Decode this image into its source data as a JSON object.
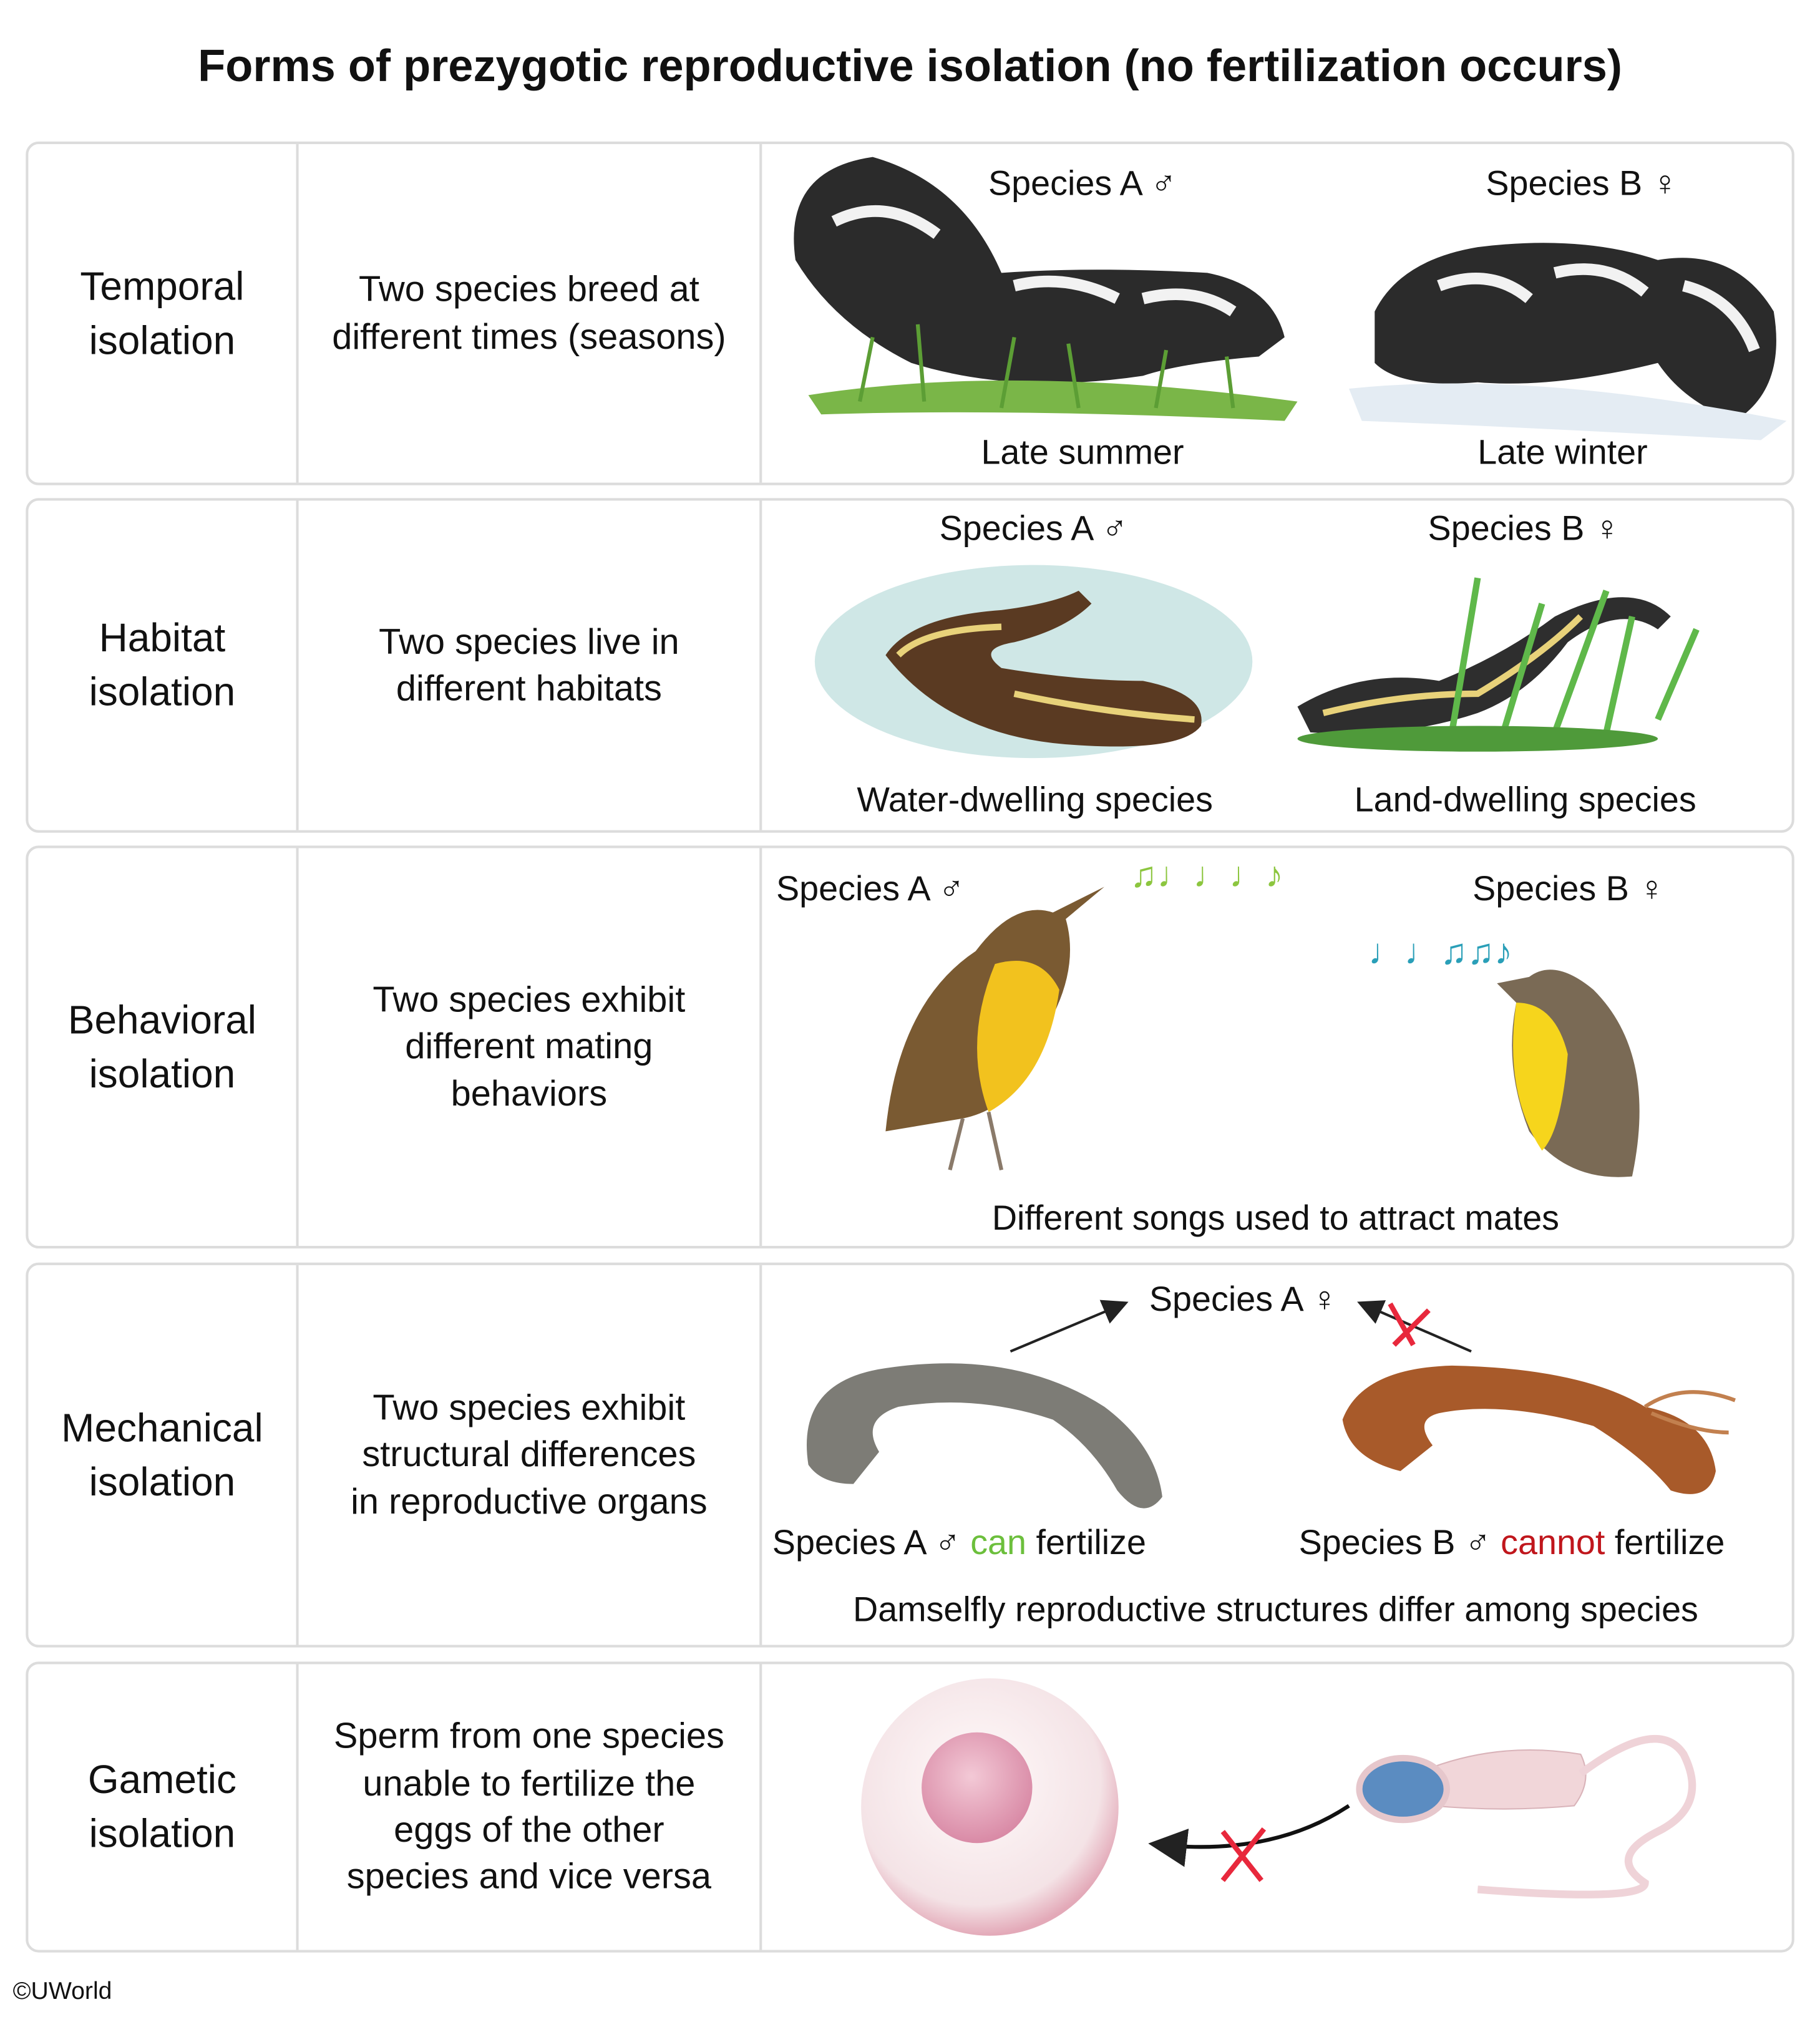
{
  "title": "Forms of prezygotic reproductive isolation (no fertilization occurs)",
  "rows": [
    {
      "name": "Temporal isolation",
      "l1": "Temporal",
      "l2": "isolation",
      "desc": [
        "Two species breed at",
        "different times (seasons)"
      ],
      "labels": {
        "a": "Species A ♂",
        "b": "Species B ♀",
        "ca": "Late summer",
        "cb": "Late winter"
      }
    },
    {
      "name": "Habitat isolation",
      "l1": "Habitat",
      "l2": "isolation",
      "desc": [
        "Two species live in",
        "different habitats"
      ],
      "labels": {
        "a": "Species A ♂",
        "b": "Species B ♀",
        "ca": "Water-dwelling species",
        "cb": "Land-dwelling species"
      }
    },
    {
      "name": "Behavioral isolation",
      "l1": "Behavioral",
      "l2": "isolation",
      "desc": [
        "Two species exhibit",
        "different mating",
        "behaviors"
      ],
      "labels": {
        "a": "Species A ♂",
        "b": "Species B ♀",
        "caption": "Different songs used to attract mates"
      }
    },
    {
      "name": "Mechanical isolation",
      "l1": "Mechanical",
      "l2": "isolation",
      "desc": [
        "Two species exhibit",
        "structural differences",
        "in reproductive organs"
      ],
      "labels": {
        "top": "Species A ♀",
        "a_pre": "Species A ♂",
        "a_can": "can",
        "a_post": "fertilize",
        "b_pre": "Species B ♂",
        "b_cannot": "cannot",
        "b_post": "fertilize",
        "caption": "Damselfly reproductive structures differ among species"
      }
    },
    {
      "name": "Gametic isolation",
      "l1": "Gametic",
      "l2": "isolation",
      "desc": [
        "Sperm from one species",
        "unable to fertilize the",
        "eggs of the other",
        "species and vice versa"
      ]
    }
  ],
  "footer": "©UWorld",
  "colors": {
    "can": "#6cbf3c",
    "cannot": "#c0161c",
    "cross": "#e8283c",
    "border": "#dcdcdc",
    "songA": "#8cc63f",
    "songB": "#2a9fb8"
  }
}
